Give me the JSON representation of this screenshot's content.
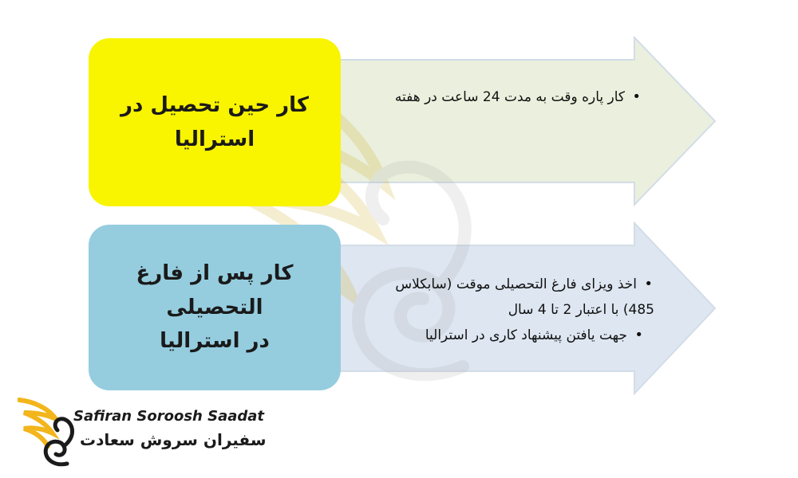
{
  "colors": {
    "row1_box": "#f9f400",
    "row1_arrow": "#eaf0dd",
    "row2_box": "#95cddf",
    "row2_arrow": "#dde6f1",
    "arrow_stroke": "#d3dde8",
    "logo_gold": "#f2b51b"
  },
  "rows": [
    {
      "title": "کار حین تحصیل در استرالیا",
      "title_line1": "کار حین تحصیل در",
      "title_line2": "استرالیا",
      "bullets": [
        "کار پاره وقت به مدت 24 ساعت در هفته"
      ]
    },
    {
      "title": "کار پس از فارغ التحصیلی در استرالیا",
      "title_line1": "کار پس از فارغ التحصیلی",
      "title_line2": "در استرالیا",
      "bullets": [
        "اخذ ویزای فارغ التحصیلی موقت (سابکلاس 485) با اعتبار 2 تا 4 سال",
        "جهت یافتن پیشنهاد کاری در استرالیا"
      ],
      "bullet1_line1": "اخذ ویزای فارغ التحصیلی موقت (سابکلاس",
      "bullet1_line2": "485) با اعتبار 2 تا 4 سال"
    }
  ],
  "logo": {
    "name_en": "Safiran Soroosh Saadat",
    "name_fa": "سفیران سروش سعادت",
    "icon": "swan-wing-logo-icon"
  }
}
